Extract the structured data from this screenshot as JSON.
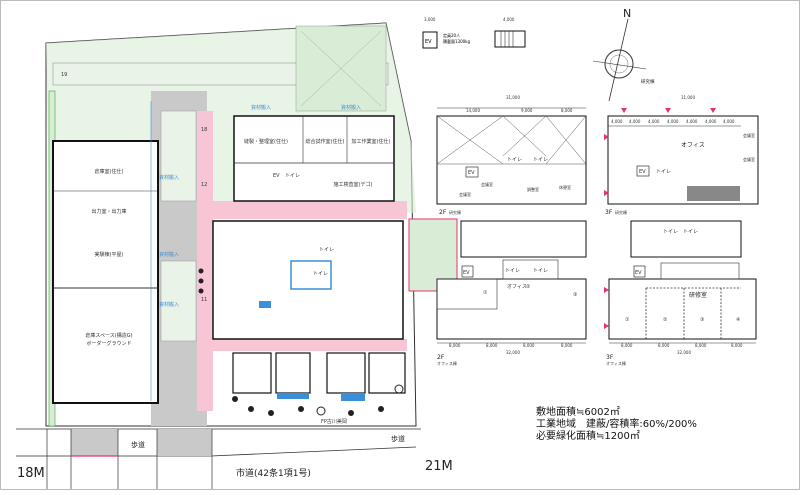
{
  "site_plan": {
    "road_labels": {
      "sidewalk_left": "歩道",
      "sidewalk_right": "歩道",
      "city_road": "市道(42条1項1号)",
      "width_left": "18M",
      "width_right": "21M",
      "bus_stop": "FP古川美岡"
    },
    "buildings": {
      "warehouse_top": "倉庫室(住仕)",
      "exp_hall": "実験棟(平屋)",
      "loading": "出力室・出力庫",
      "storage": "倉庫スペース(構造G)",
      "yard": "ボーダーグラウンド",
      "workshop": "縫製・整理室(住仕)",
      "trial": "総合試作室(住仕)",
      "processing": "加工作業室(住仕)",
      "inspection": "施工検査室(デゴ)",
      "toilet": "トイレ",
      "ev": "EV"
    },
    "parking_numbers": [
      "19",
      "18",
      "12",
      "11"
    ],
    "entry_labels": [
      "資材搬入",
      "資材搬入",
      "資材搬入",
      "資材搬入",
      "資材搬入"
    ]
  },
  "elevator_detail": {
    "dim1": "3,000",
    "dim2": "4,000",
    "label": "EV",
    "spec1": "定員20人",
    "spec2": "積載量1300kg"
  },
  "compass": {
    "north": "N"
  },
  "research_building": {
    "title": "研究棟",
    "plan_2f": {
      "floor": "2F",
      "name": "研究棟",
      "dims": [
        "31,000",
        "14,000",
        "9,000",
        "8,000"
      ],
      "rooms": [
        "トイレ",
        "トイレ",
        "EV",
        "会議室",
        "会議室",
        "調整室",
        "休憩室"
      ]
    },
    "plan_3f": {
      "floor": "3F",
      "name": "研究棟",
      "dims": [
        "31,000",
        "4,000",
        "4,000",
        "4,000",
        "4,000",
        "4,000",
        "4,000",
        "4,000"
      ],
      "rooms": [
        "オフィス",
        "トイレ",
        "EV",
        "会議室",
        "会議室"
      ]
    }
  },
  "office_building": {
    "plan_2f": {
      "floor": "2F",
      "name": "オフィス棟",
      "dims": [
        "8,000",
        "8,000",
        "8,000",
        "8,000",
        "32,000"
      ],
      "rooms": [
        "オフィス",
        "トイレ",
        "トイレ",
        "EV",
        "①",
        "②",
        "③"
      ]
    },
    "plan_3f": {
      "floor": "3F",
      "name": "オフィス棟",
      "dims": [
        "8,000",
        "8,000",
        "8,000",
        "8,000",
        "32,000"
      ],
      "rooms": [
        "研修室",
        "トイレ",
        "トイレ",
        "EV",
        "①",
        "②",
        "③",
        "④"
      ]
    }
  },
  "summary": {
    "site_area": "敷地面積≒6002㎡",
    "zoning": "工業地域　建蔽/容積率:60%/200%",
    "green_area": "必要緑化面積≒1200㎡"
  },
  "colors": {
    "accent_red": "#e8336b",
    "green": "#d8ecd6",
    "gray": "#bdbdbd",
    "blue": "#3a8fd8"
  }
}
